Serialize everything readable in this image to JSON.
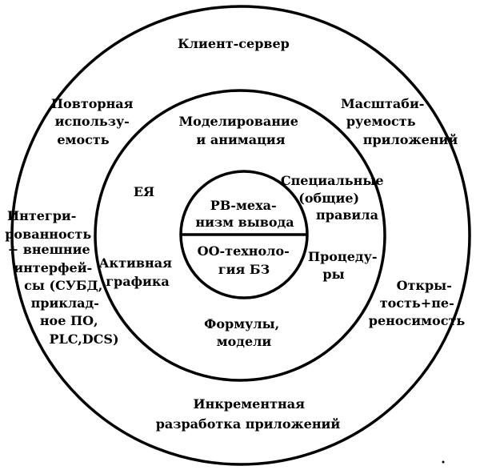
{
  "colors": {
    "background": "#ffffff",
    "stroke": "#000000",
    "text": "#000000"
  },
  "outer_ring": {
    "top": "Клиент-сервер",
    "top_left": [
      "Повторная",
      "использу-",
      "емость"
    ],
    "top_right": [
      "Масштаби-",
      "руемость",
      "приложений"
    ],
    "left": [
      "Интегри-",
      "рованность",
      "+ внешние",
      "интерфей-",
      "сы (СУБД,",
      "приклад-",
      "ное ПО,",
      "PLC,DCS)"
    ],
    "right": [
      "Откры-",
      "тость+пе-",
      "реносимость"
    ],
    "bottom": [
      "Инкрементная",
      "разработка приложений"
    ]
  },
  "middle_ring": {
    "top": [
      "Моделирование",
      "и анимация"
    ],
    "left_upper": "ЕЯ",
    "right_upper": [
      "Специальные",
      "(общие)",
      "правила"
    ],
    "left_lower": [
      "Активная",
      "графика"
    ],
    "right_lower": [
      "Процеду-",
      "ры"
    ],
    "bottom": [
      "Формулы,",
      "модели"
    ]
  },
  "core": {
    "upper": [
      "РВ-меха-",
      "низм вывода"
    ],
    "lower": [
      "ОО-техноло-",
      "гия БЗ"
    ]
  }
}
